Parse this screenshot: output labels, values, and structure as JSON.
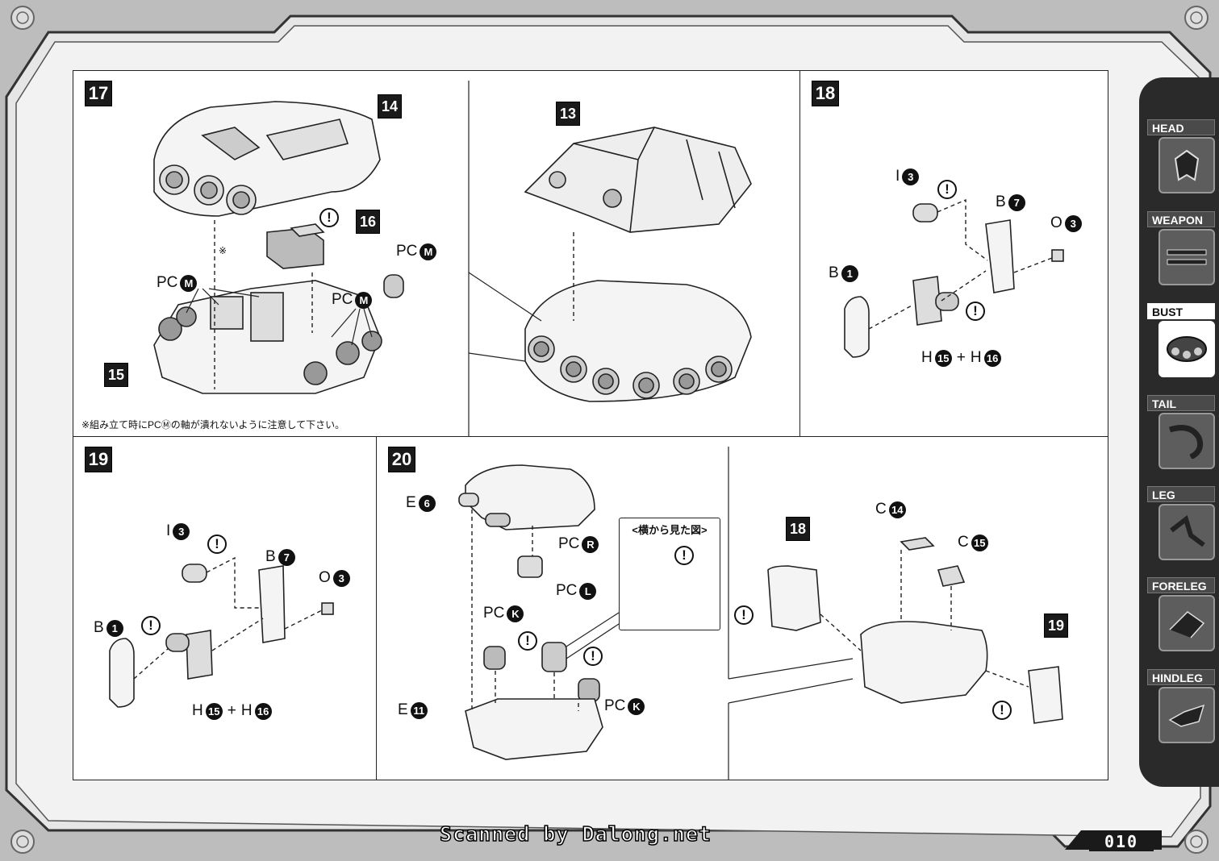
{
  "steps": {
    "s17": {
      "number": "17",
      "callouts": [
        "14",
        "16",
        "15",
        "13"
      ],
      "labels": {
        "pc_m_left": "PC",
        "pc_m_mid": "PC",
        "pc_m_right": "PC",
        "pc_letter": "M"
      },
      "note": "※組み立て時にPCⓂの軸が潰れないように注意して下さい。",
      "asterisk": "※"
    },
    "s18": {
      "number": "18",
      "parts": {
        "i3": {
          "letter": "I",
          "num": "3"
        },
        "b7": {
          "letter": "B",
          "num": "7"
        },
        "o3": {
          "letter": "O",
          "num": "3"
        },
        "b1": {
          "letter": "B",
          "num": "1"
        },
        "h15": {
          "letter": "H",
          "num": "15"
        },
        "h16": {
          "letter": "H",
          "num": "16"
        }
      },
      "plus": "+"
    },
    "s19": {
      "number": "19",
      "parts": {
        "i3": {
          "letter": "I",
          "num": "3"
        },
        "b7": {
          "letter": "B",
          "num": "7"
        },
        "o3": {
          "letter": "O",
          "num": "3"
        },
        "b1": {
          "letter": "B",
          "num": "1"
        },
        "h15": {
          "letter": "H",
          "num": "15"
        },
        "h16": {
          "letter": "H",
          "num": "16"
        }
      },
      "plus": "+"
    },
    "s20": {
      "number": "20",
      "parts": {
        "e6": {
          "letter": "E",
          "num": "6"
        },
        "pcr": {
          "letter": "PC",
          "num": "R"
        },
        "pcl": {
          "letter": "PC",
          "num": "L"
        },
        "pck1": {
          "letter": "PC",
          "num": "K"
        },
        "pck2": {
          "letter": "PC",
          "num": "K"
        },
        "e11": {
          "letter": "E",
          "num": "11"
        }
      },
      "side_view_title": "<横から見た図>"
    },
    "combine": {
      "callouts": [
        "18",
        "19"
      ],
      "parts": {
        "c14": {
          "letter": "C",
          "num": "14"
        },
        "c15": {
          "letter": "C",
          "num": "15"
        }
      }
    }
  },
  "warning_glyph": "!",
  "sidebar": {
    "tabs": [
      {
        "label": "HEAD",
        "icon": "head-icon",
        "active": false
      },
      {
        "label": "WEAPON",
        "icon": "weapon-icon",
        "active": false
      },
      {
        "label": "BUST",
        "icon": "bust-icon",
        "active": true
      },
      {
        "label": "TAIL",
        "icon": "tail-icon",
        "active": false
      },
      {
        "label": "LEG",
        "icon": "leg-icon",
        "active": false
      },
      {
        "label": "FORELEG",
        "icon": "foreleg-icon",
        "active": false
      },
      {
        "label": "HINDLEG",
        "icon": "hindleg-icon",
        "active": false
      }
    ]
  },
  "credit": "Scanned by Dalong.net",
  "page_number": "010"
}
